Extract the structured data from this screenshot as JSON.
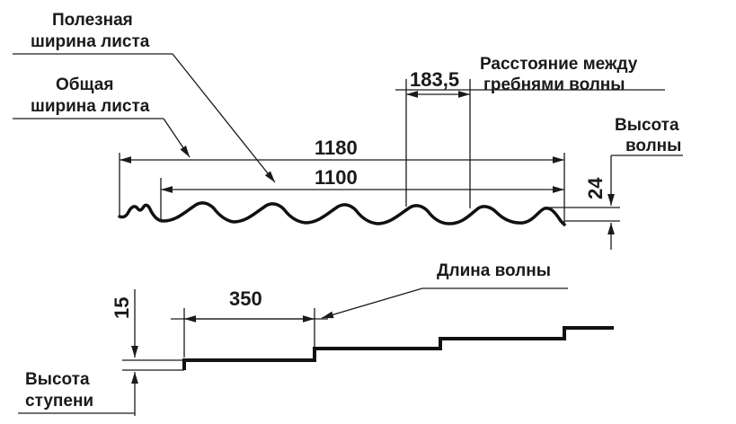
{
  "labels": {
    "useful_width": [
      "Полезная",
      "ширина листа"
    ],
    "total_width": [
      "Общая",
      "ширина листа"
    ],
    "crest_distance": [
      "Расстояние между",
      "гребнями волны"
    ],
    "wave_height": [
      "Высота",
      "волны"
    ],
    "wave_length": "Длина волны",
    "step_height": [
      "Высота",
      "ступени"
    ]
  },
  "dimensions": {
    "total_width": "1180",
    "useful_width": "1100",
    "crest_distance": "183,5",
    "wave_height": "24",
    "step_length": "350",
    "step_height": "15"
  }
}
